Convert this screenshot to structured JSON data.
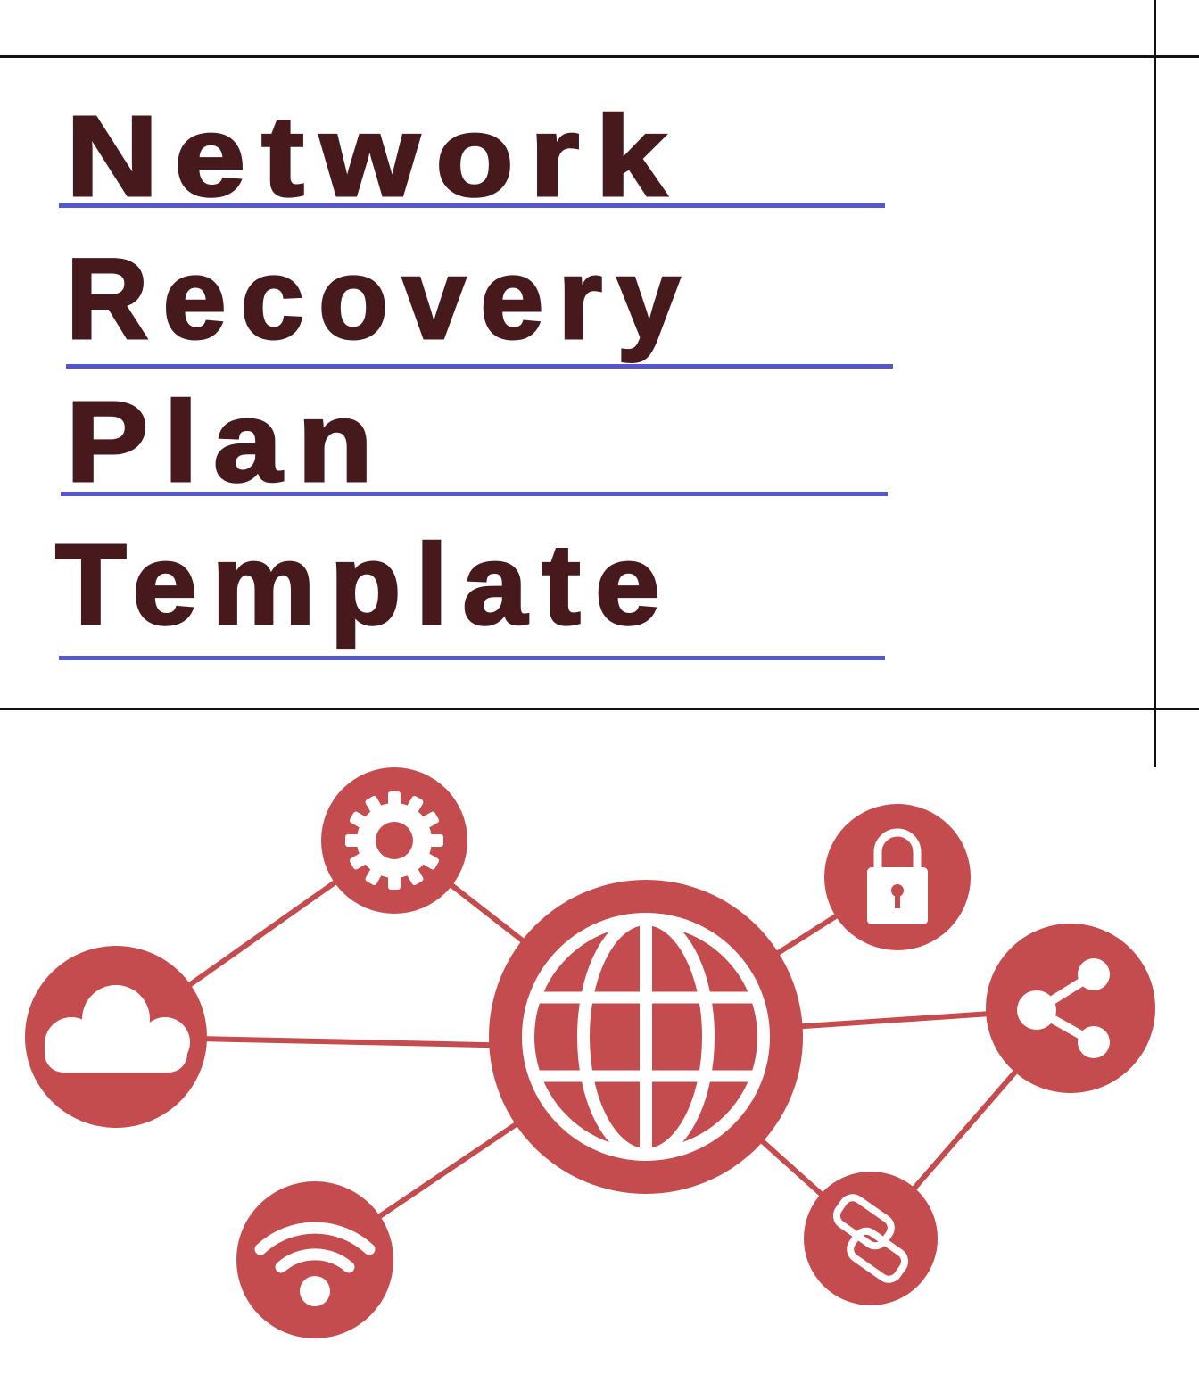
{
  "document": {
    "title_lines": [
      "Network",
      "Recovery",
      "Plan",
      "Template"
    ],
    "title_full": "Network Recovery Plan Template",
    "colors": {
      "title_text": "#461a1d",
      "underline": "#5457cc",
      "rules": "#111111",
      "icon_fill": "#c44b4e",
      "icon_glyph": "#ffffff"
    }
  },
  "diagram": {
    "center_node": {
      "icon": "globe-icon"
    },
    "nodes": [
      {
        "icon": "gear-icon"
      },
      {
        "icon": "cloud-icon"
      },
      {
        "icon": "wifi-icon"
      },
      {
        "icon": "lock-icon"
      },
      {
        "icon": "share-icon"
      },
      {
        "icon": "chain-link-icon"
      }
    ]
  }
}
